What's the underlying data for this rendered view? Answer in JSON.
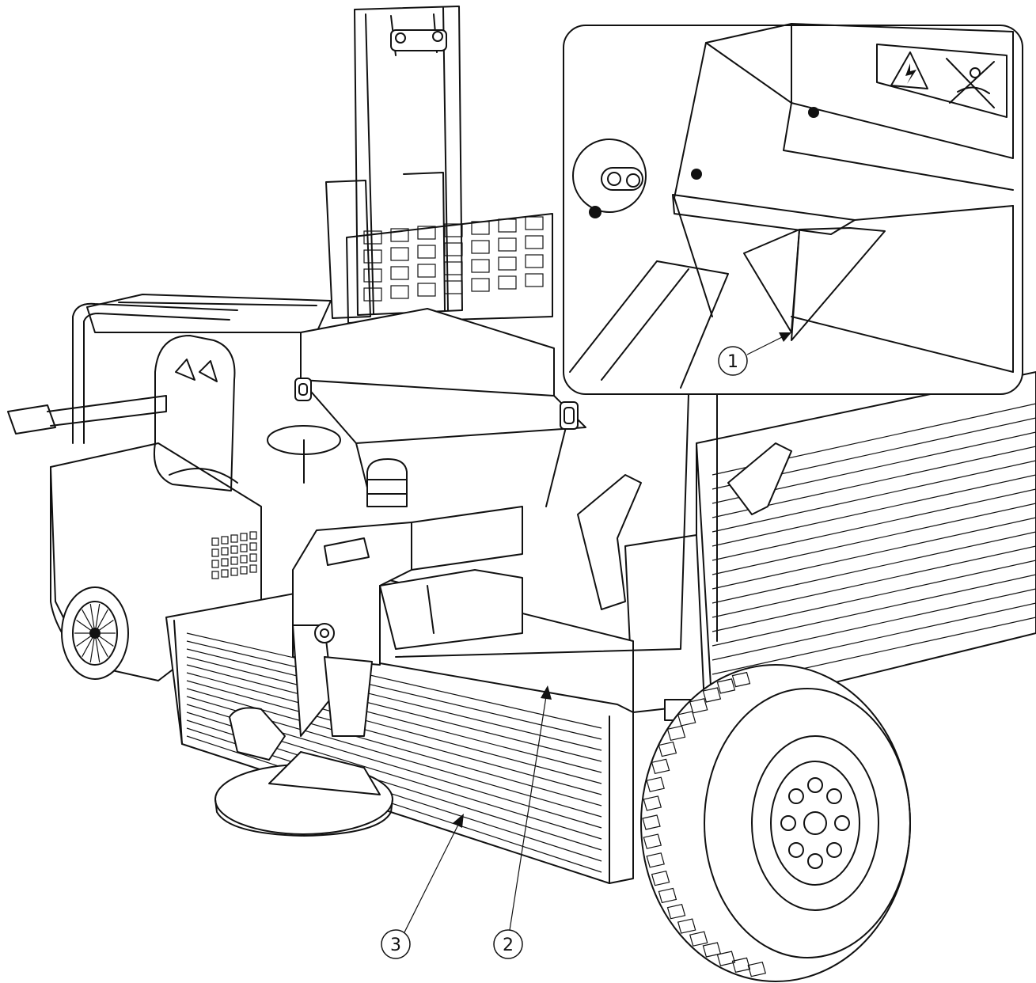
{
  "callouts": [
    {
      "number": "1"
    },
    {
      "number": "2"
    },
    {
      "number": "3"
    }
  ],
  "icons": [
    "electric-shock-warning-icon",
    "no-riding-prohibition-icon"
  ],
  "colors": {
    "line": "#111111",
    "background": "#ffffff"
  }
}
